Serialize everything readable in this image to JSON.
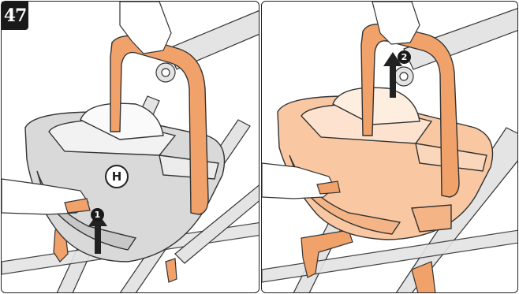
{
  "step_number": "47",
  "left_panel": {
    "callout_label": "H",
    "action_step": "1"
  },
  "right_panel": {
    "action_step": "2"
  },
  "colors": {
    "handle_orange": "#f0a26a",
    "seat_grey": "#d9d9d9",
    "seat_peach": "#f9c8a2",
    "frame_grey": "#e2e2e2",
    "outline": "#222222"
  }
}
